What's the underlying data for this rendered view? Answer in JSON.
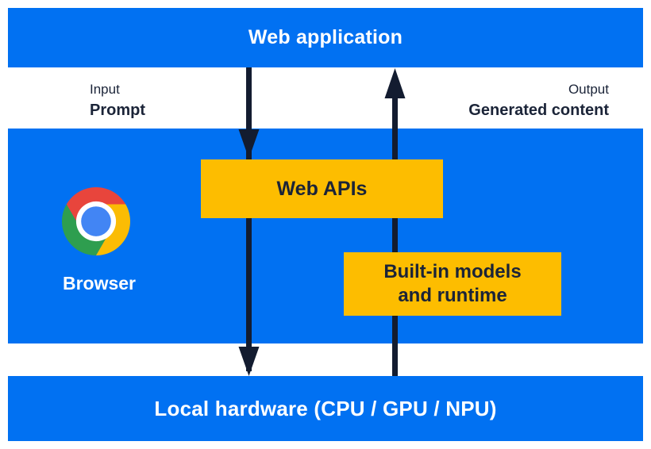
{
  "diagram": {
    "title": "Web application",
    "type": "architecture-flow"
  },
  "colors": {
    "blue": "#0171f2",
    "yellow": "#fdbd00",
    "navy_text": "#1b2438",
    "arrow": "#131c30",
    "white": "#ffffff",
    "chrome_red": "#e8453c",
    "chrome_green": "#2e9e4f",
    "chrome_yellow": "#fbbc04",
    "chrome_blue": "#4285f4"
  },
  "header": {
    "label": "Web application"
  },
  "flow_labels": {
    "input": {
      "category": "Input",
      "value": "Prompt",
      "direction": "down"
    },
    "output": {
      "category": "Output",
      "value": "Generated content",
      "direction": "up"
    }
  },
  "browser": {
    "label": "Browser",
    "logo_icon": "chrome-icon",
    "web_apis": {
      "label": "Web APIs"
    },
    "built_in": {
      "line1": "Built-in models",
      "line2": "and runtime"
    }
  },
  "hardware": {
    "label": "Local hardware (CPU / GPU / NPU)"
  }
}
